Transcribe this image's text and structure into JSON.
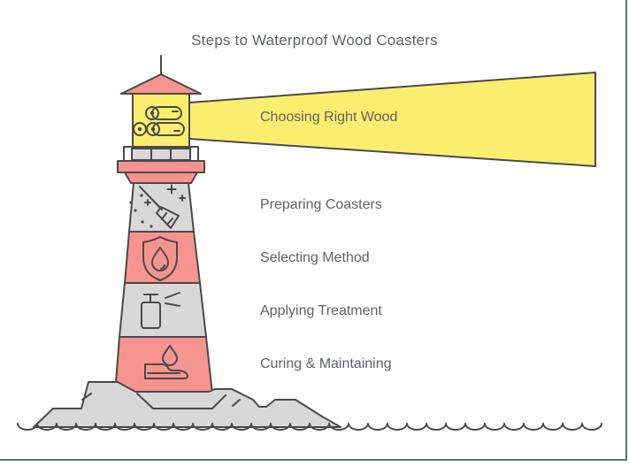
{
  "title": "Steps to Waterproof Wood Coasters",
  "steps": [
    {
      "label": "Choosing Right Wood",
      "icon": "wood-logs-icon"
    },
    {
      "label": "Preparing Coasters",
      "icon": "broom-sparkles-icon"
    },
    {
      "label": "Selecting Method",
      "icon": "shield-waterdrop-icon"
    },
    {
      "label": "Applying Treatment",
      "icon": "spray-bottle-icon"
    },
    {
      "label": "Curing & Maintaining",
      "icon": "waterdrop-wipe-icon"
    }
  ],
  "theme": {
    "background": "#ffffff",
    "accent_yellow": "#FBEE6F",
    "accent_salmon": "#F7948F",
    "band_gray": "#D8D8D8",
    "outline": "#4A4A4A",
    "text_gray": "#5F6368",
    "frame_green": "#4E7D5B"
  }
}
